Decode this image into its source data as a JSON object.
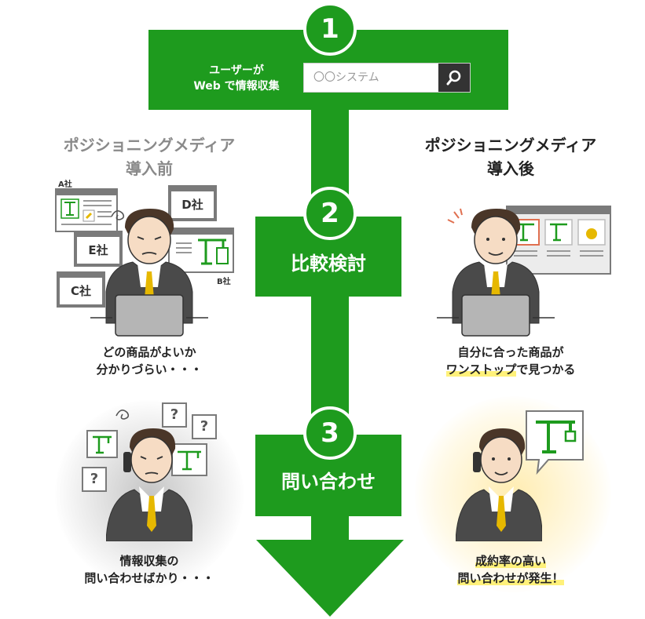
{
  "flow": {
    "search": {
      "user_label_line1": "ユーザーが",
      "user_label_line2": "Web で情報収集",
      "query": "〇〇システム"
    },
    "steps": [
      {
        "number": "1"
      },
      {
        "number": "2",
        "label": "比較検討"
      },
      {
        "number": "3",
        "label": "問い合わせ"
      }
    ]
  },
  "before": {
    "title_line1": "ポジショニングメディア",
    "title_line2": "導入前",
    "companies": [
      "A社",
      "B社",
      "C社",
      "D社",
      "E社"
    ],
    "caption1_line1": "どの商品がよいか",
    "caption1_line2": "分かりづらい・・・",
    "caption2_line1": "情報収集の",
    "caption2_line2": "問い合わせばかり・・・",
    "question_mark": "?"
  },
  "after": {
    "title_line1": "ポジショニングメディア",
    "title_line2": "導入後",
    "caption1_line1": "自分に合った商品が",
    "caption1_line2_highlight": "ワンストップ",
    "caption1_line2_rest": "で見つかる",
    "caption2_line1": "成約率の高い",
    "caption2_line2": "問い合わせが発生！"
  },
  "colors": {
    "brand_green": "#1e9b1e",
    "highlight_yellow": "#fff17a",
    "before_title_gray": "#8a8a8a",
    "suit_dark": "#4a4a4a",
    "tie_yellow": "#e6b800"
  }
}
